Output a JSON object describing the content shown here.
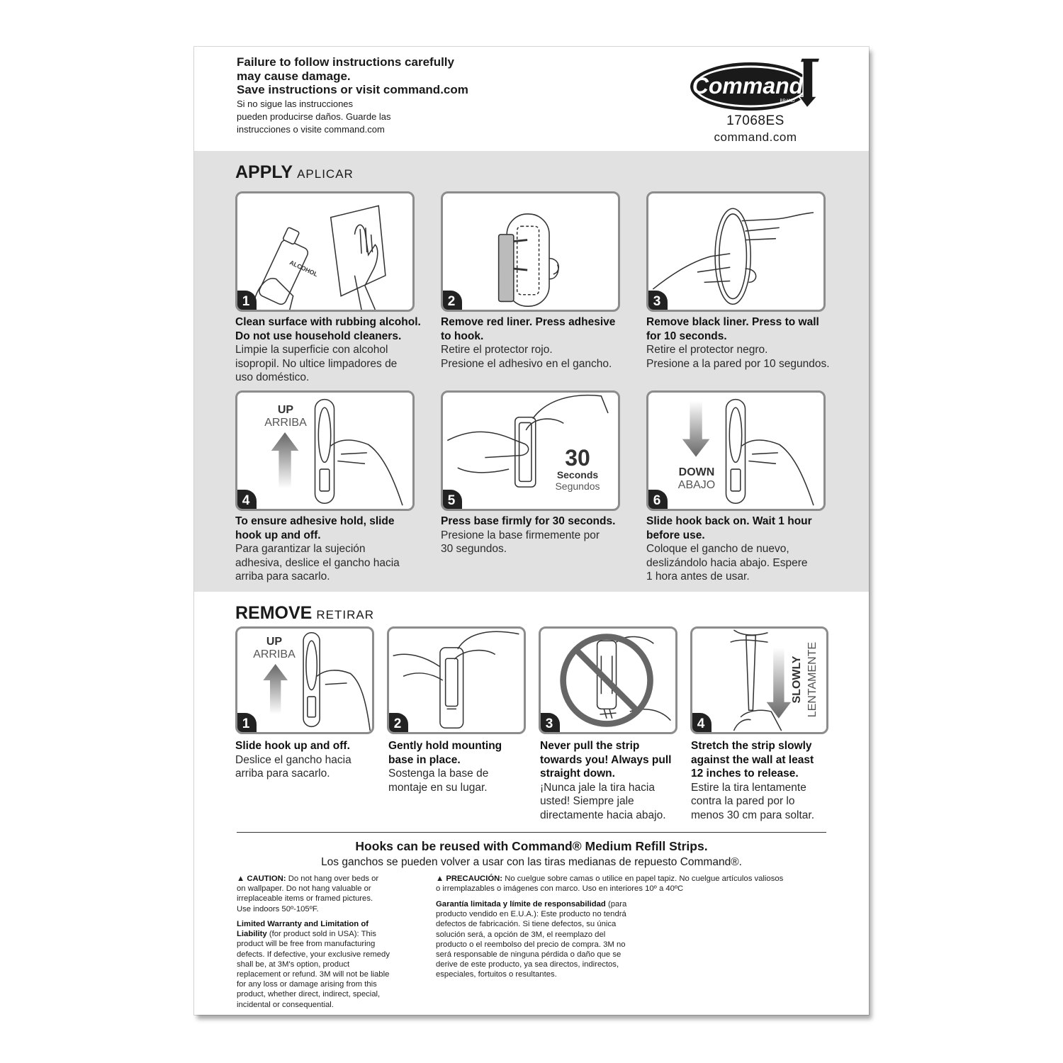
{
  "header": {
    "warning_en": [
      "Failure to follow instructions carefully",
      "may cause damage.",
      "Save instructions or visit command.com"
    ],
    "warning_es": [
      "Si no sigue las instrucciones",
      "pueden producirse daños. Guarde las",
      "instrucciones o visite command.com"
    ],
    "brand_logo_text": "Command",
    "brand_logo_sub": "BRAND",
    "product_code": "17068ES",
    "website": "command.com"
  },
  "apply": {
    "title": "APPLY",
    "subtitle": "APLICAR",
    "steps": [
      {
        "num": "1",
        "en": [
          "Clean surface with rubbing alcohol.",
          "Do not use household cleaners."
        ],
        "es": [
          "Limpie la superficie con alcohol",
          "isopropil. No ultice limpadores de",
          "uso doméstico."
        ],
        "bottle_label": "ALCOHOL"
      },
      {
        "num": "2",
        "en": [
          "Remove red liner. Press adhesive",
          "to hook."
        ],
        "es": [
          "Retire el protector rojo.",
          "Presione el adhesivo en el gancho."
        ]
      },
      {
        "num": "3",
        "en": [
          "Remove black liner. Press to wall",
          "for 10 seconds."
        ],
        "es": [
          "Retire el protector negro.",
          "Presione a la pared por 10 segundos."
        ]
      },
      {
        "num": "4",
        "en": [
          "To ensure adhesive hold, slide",
          "hook up and off."
        ],
        "es": [
          "Para garantizar la sujeción",
          "adhesiva, deslice el gancho hacia",
          "arriba para sacarlo."
        ],
        "label_en": "UP",
        "label_es": "ARRIBA"
      },
      {
        "num": "5",
        "en": [
          "Press base firmly for 30 seconds."
        ],
        "es": [
          "Presione la base firmemente por",
          "30 segundos."
        ],
        "big": "30",
        "label_en": "Seconds",
        "label_es": "Segundos"
      },
      {
        "num": "6",
        "en": [
          "Slide hook back on. Wait 1 hour",
          "before use."
        ],
        "es": [
          "Coloque el gancho de nuevo,",
          "deslizándolo hacia abajo. Espere",
          "1 hora antes de usar."
        ],
        "label_en": "DOWN",
        "label_es": "ABAJO"
      }
    ]
  },
  "remove": {
    "title": "REMOVE",
    "subtitle": "RETIRAR",
    "steps": [
      {
        "num": "1",
        "en": [
          "Slide hook up and off."
        ],
        "es": [
          "Deslice el gancho hacia",
          "arriba para sacarlo."
        ],
        "label_en": "UP",
        "label_es": "ARRIBA"
      },
      {
        "num": "2",
        "en": [
          "Gently hold mounting",
          "base in place."
        ],
        "es": [
          "Sostenga la base de",
          "montaje en su lugar."
        ]
      },
      {
        "num": "3",
        "en": [
          "Never pull the strip",
          "towards you! Always pull",
          "straight down."
        ],
        "es": [
          "¡Nunca jale la tira hacia",
          "usted! Siempre jale",
          "directamente hacia abajo."
        ]
      },
      {
        "num": "4",
        "en": [
          "Stretch the strip slowly",
          "against the wall at least",
          "12 inches to release."
        ],
        "es": [
          "Estire la tira lentamente",
          "contra la pared por lo",
          "menos 30 cm para soltar."
        ],
        "label_en": "SLOWLY",
        "label_es": "LENTAMENTE"
      }
    ]
  },
  "footer": {
    "reuse_en": "Hooks can be reused with Command® Medium Refill Strips.",
    "reuse_es": "Los ganchos se pueden volver a usar con las tiras medianas de repuesto Command®.",
    "caution_en_label": "CAUTION:",
    "caution_en": [
      "Do not hang over beds or",
      "on wallpaper. Do not hang valuable or",
      "irreplaceable items or framed pictures.",
      "Use indoors 50º-105ºF."
    ],
    "warranty_en_label": [
      "Limited Warranty and Limitation of",
      "Liability"
    ],
    "warranty_en": [
      "(for product sold in USA): This",
      "product will be free from manufacturing",
      "defects. If defective, your exclusive remedy",
      "shall be, at 3M's option, product",
      "replacement or refund. 3M will not be liable",
      "for any loss or damage arising from this",
      "product, whether direct, indirect, special,",
      "incidental or consequential."
    ],
    "caution_es_label": "PRECAUCIÓN:",
    "caution_es": [
      "No cuelgue sobre camas o utilice en papel tapiz. No cuelgue artículos valiosos",
      "o irremplazables o imágenes con marco. Uso en interiores 10º a 40ºC"
    ],
    "warranty_es_label": "Garantía limitada y límite de responsabilidad",
    "warranty_es": [
      "(para",
      "producto vendido en E.U.A.): Este producto no tendrá",
      "defectos de fabricación. Si tiene defectos, su única",
      "solución será, a opción de 3M, el reemplazo del",
      "producto o el reembolso del precio de compra. 3M no",
      "será responsable de ninguna pérdida o daño que se",
      "derive de este producto, ya sea directos, indirectos,",
      "especiales, fortuitos o resultantes."
    ]
  }
}
